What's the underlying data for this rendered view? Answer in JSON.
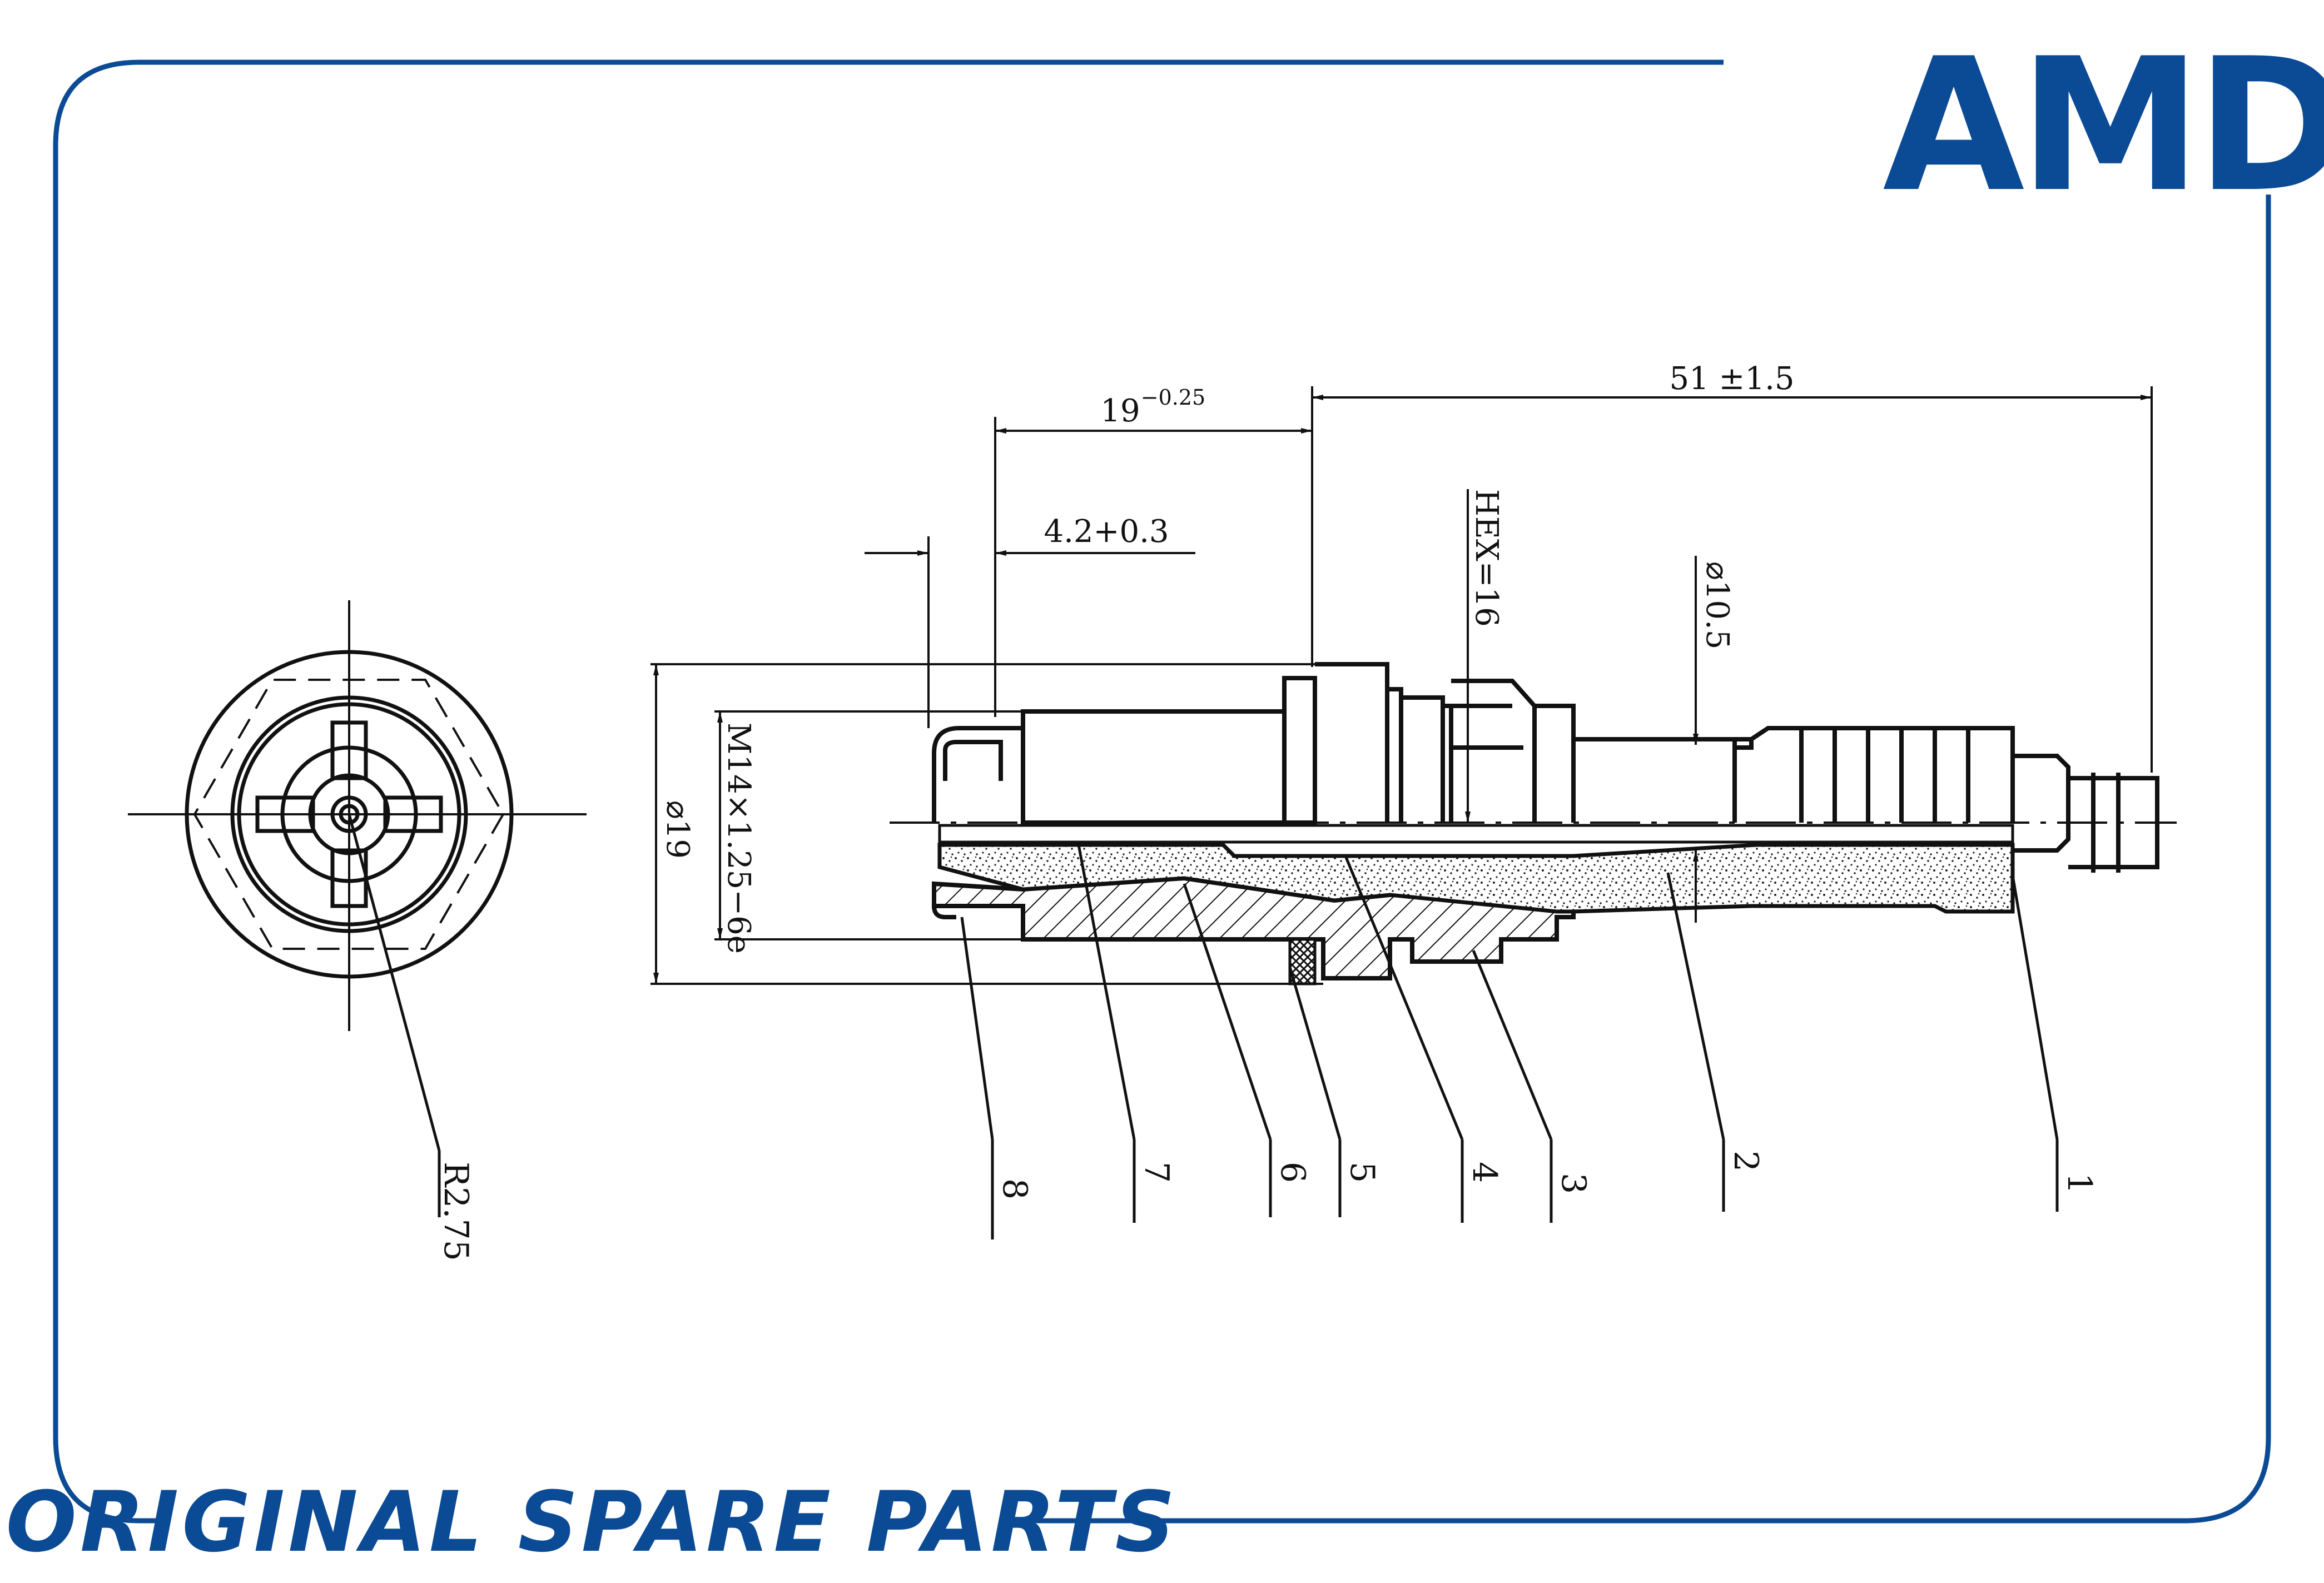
{
  "brand": {
    "logo_text": "AMD",
    "footer_text": "ORIGINAL SPARE PARTS",
    "color": "#0b4a94"
  },
  "dimensions": {
    "overall_length": "51 ±1.5",
    "thread_reach_base": "19",
    "thread_reach_tol": "−0.25",
    "gap": "4.2+0.3",
    "hex": "HEX=16",
    "insulator_diameter": "⌀10.5",
    "body_diameter": "⌀19",
    "thread": "M14×1.25−6e",
    "radius": "R2.75"
  },
  "callouts": [
    "1",
    "2",
    "3",
    "4",
    "5",
    "6",
    "7",
    "8"
  ]
}
